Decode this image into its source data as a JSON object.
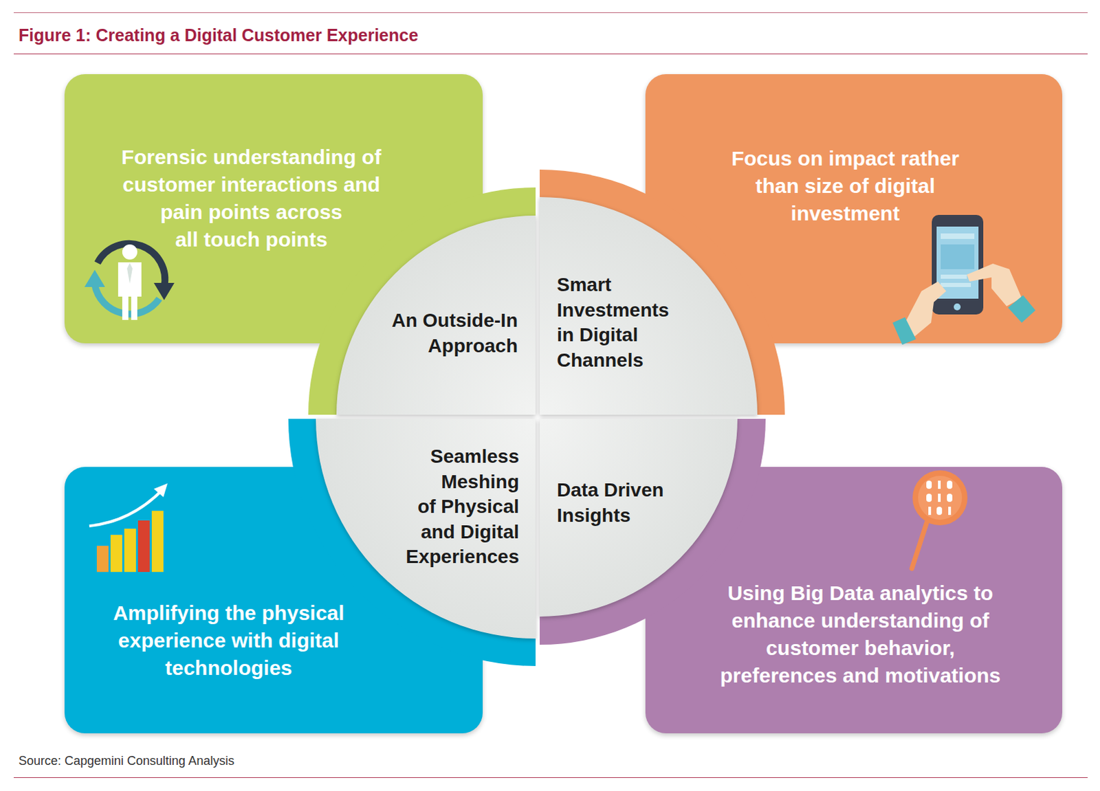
{
  "diagram": {
    "title": "Figure 1: Creating a Digital Customer Experience",
    "caption": "Source: Capgemini Consulting Analysis",
    "nodes": [
      {
        "text": [
          "Forensic understanding of customer interactions and pain points across all touch points"
        ]
      },
      {
        "text": [
          "Focus on impact rather than size of digital investment"
        ]
      },
      {
        "text": [
          "An Outside-In Approach"
        ]
      },
      {
        "text": [
          "Smart Investments in Digital Channels"
        ]
      },
      {
        "text": [
          "Seamless Meshing of Physical and Digital Experiences"
        ]
      },
      {
        "text": [
          "Data Driven Insights"
        ]
      },
      {
        "text": [
          "Amplifying the physical experience with digital technologies"
        ]
      },
      {
        "text": [
          "Using Big Data analytics to enhance understanding of customer behavior, preferences and motivations"
        ]
      }
    ]
  }
}
